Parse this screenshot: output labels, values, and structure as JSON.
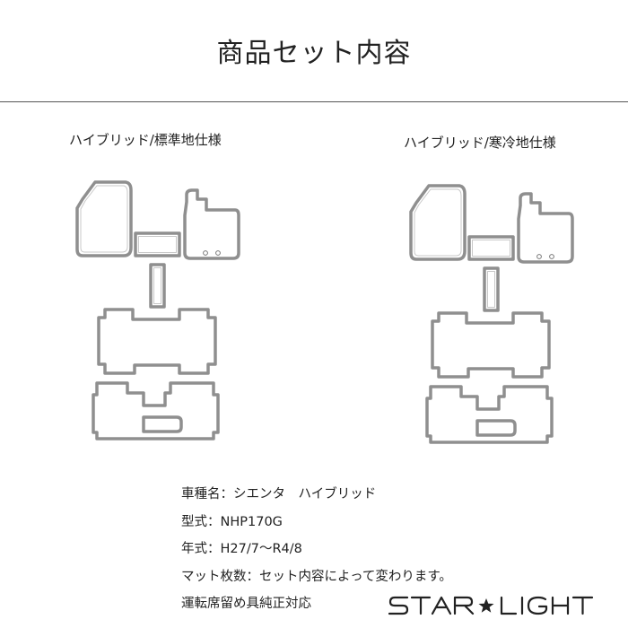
{
  "page": {
    "title": "商品セット内容"
  },
  "variants": {
    "left": {
      "label": "ハイブリッド/標準地仕様"
    },
    "right": {
      "label": "ハイブリッド/寒冷地仕様"
    }
  },
  "specs": [
    "車種名：シエンタ　ハイブリッド",
    "型式：NHP170G",
    "年式：H27/7〜R4/8",
    "マット枚数：セット内容によって変わります。",
    "運転席留め具純正対応"
  ],
  "logo": {
    "text": "STAR★LIGHT"
  },
  "colors": {
    "mat_outline": "#8f8f8f",
    "background": "#ffffff",
    "text": "#222222"
  }
}
